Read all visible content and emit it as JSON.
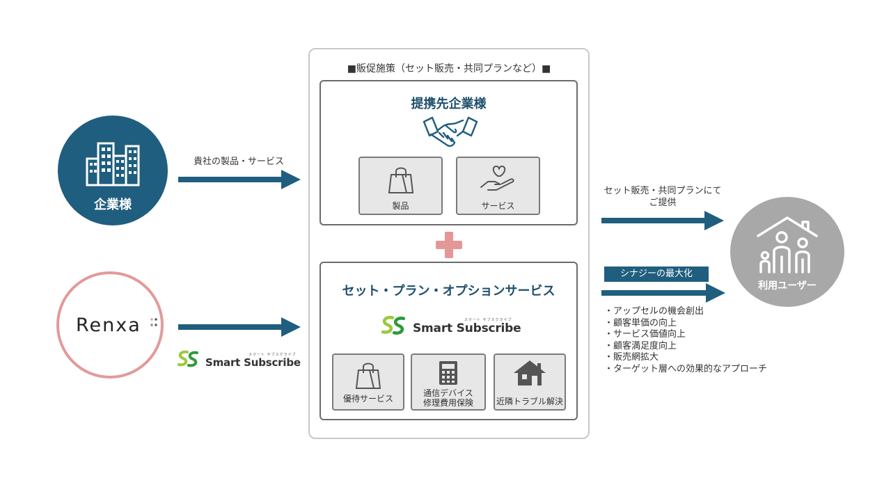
{
  "company": {
    "label": "企業様",
    "icon": "buildings-icon"
  },
  "renxa": {
    "brand": "Renxa"
  },
  "arrow_to_center_label": "貴社の製品・サービス",
  "smart_subscribe": {
    "name": "Smart Subscribe",
    "kana": "スマート サブスクライブ",
    "icon": "smart-subscribe-logo-icon"
  },
  "center": {
    "title": "■販促施策（セット販売・共同プランなど）■",
    "partner": {
      "title": "提携先企業様",
      "icon": "handshake-icon",
      "cards": [
        {
          "label": "製品",
          "icon": "shopping-bag-icon"
        },
        {
          "label": "サービス",
          "icon": "heart-hand-icon"
        }
      ]
    },
    "options": {
      "title": "セット・プラン・オプションサービス",
      "cards": [
        {
          "label": "優待サービス",
          "icon": "shopping-bag-icon"
        },
        {
          "label": "通信デバイス\n修理費用保険",
          "icon": "calculator-icon"
        },
        {
          "label": "近隣トラブル解決",
          "icon": "house-icon"
        }
      ]
    }
  },
  "right_arrow_label": "セット販売・共同プランにて\nご提供",
  "synergy_badge": "シナジーの最大化",
  "benefits": [
    "・アップセルの機会創出",
    "・顧客単価の向上",
    "・サービス価値向上",
    "・顧客満足度向上",
    "・販売網拡大",
    "・ターゲット層への効果的なアプローチ"
  ],
  "user": {
    "label": "利用ユーザー",
    "icon": "family-house-icon"
  },
  "colors": {
    "navy": "#1f5e7e",
    "pink": "#e29a9a",
    "gray": "#a8a8a8",
    "green": "#2e9a3a",
    "lime": "#9cc83c"
  }
}
